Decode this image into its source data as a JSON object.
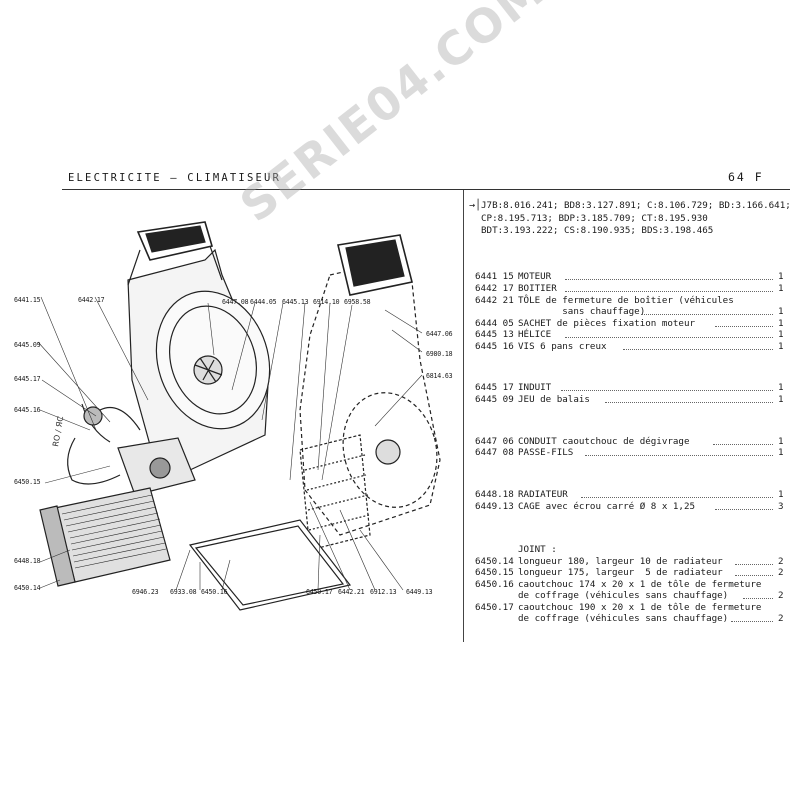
{
  "header": {
    "title": "ELECTRICITE – CLIMATISEUR",
    "page": "64 F"
  },
  "applicability": {
    "arrow_icon": "arrow-right-icon",
    "lines": [
      "J7B:8.016.241; BD8:3.127.891; C:8.106.729; BD:3.166.641;",
      "CP:8.195.713; BDP:3.185.709; CT:8.195.930",
      "BDT:3.193.222; CS:8.190.935; BDS:3.198.465"
    ]
  },
  "diagram": {
    "callouts": [
      "6441.15",
      "6442.17",
      "6447.08",
      "6444.05",
      "6445.13",
      "6914.10",
      "6958.58",
      "6445.09",
      "6445.17",
      "6445.16",
      "6450.15",
      "6448.18",
      "6450.14",
      "6946.23",
      "6933.08",
      "6450.16",
      "6450.17",
      "6442.21",
      "6912.13",
      "6449.13",
      "6447.06",
      "6980.18",
      "6814.63"
    ]
  },
  "parts": {
    "group1": [
      {
        "ref": "6441 15",
        "desc": "MOTEUR",
        "qty": "1"
      },
      {
        "ref": "6442 17",
        "desc": "BOITIER",
        "qty": "1"
      },
      {
        "ref": "6442 21",
        "desc": "TÔLE de fermeture de boîtier (véhicules",
        "qty": ""
      },
      {
        "ref": "",
        "desc": "        sans chauffage)",
        "qty": "1"
      },
      {
        "ref": "6444 05",
        "desc": "SACHET de pièces fixation moteur",
        "qty": "1"
      },
      {
        "ref": "6445 13",
        "desc": "HÉLICE",
        "qty": "1"
      },
      {
        "ref": "6445 16",
        "desc": "VIS 6 pans creux",
        "qty": "1"
      }
    ],
    "group2": [
      {
        "ref": "6445 17",
        "desc": "INDUIT",
        "qty": "1"
      },
      {
        "ref": "6445 09",
        "desc": "JEU de balais",
        "qty": "1"
      }
    ],
    "group3": [
      {
        "ref": "6447 06",
        "desc": "CONDUIT caoutchouc de dégivrage",
        "qty": "1"
      },
      {
        "ref": "6447 08",
        "desc": "PASSE-FILS",
        "qty": "1"
      }
    ],
    "group4": [
      {
        "ref": "6448.18",
        "desc": "RADIATEUR",
        "qty": "1"
      },
      {
        "ref": "6449.13",
        "desc": "CAGE avec écrou carré Ø 8 x 1,25",
        "qty": "3"
      }
    ],
    "joint_label": "JOINT :",
    "group5": [
      {
        "ref": "6450.14",
        "desc": "longueur 180, largeur 10 de radiateur",
        "qty": "2"
      },
      {
        "ref": "6450.15",
        "desc": "longueur 175, largeur  5 de radiateur",
        "qty": "2"
      },
      {
        "ref": "6450.16",
        "desc": "caoutchouc 174 x 20 x 1 de tôle de fermeture",
        "qty": ""
      },
      {
        "ref": "",
        "desc": "de coffrage (véhicules sans chauffage)",
        "qty": "2"
      },
      {
        "ref": "6450.17",
        "desc": "caoutchouc 190 x 20 x 1 de tôle de fermeture",
        "qty": ""
      },
      {
        "ref": "",
        "desc": "de coffrage (véhicules sans chauffage)",
        "qty": "2"
      }
    ]
  },
  "watermark": "SERIE04.COM"
}
